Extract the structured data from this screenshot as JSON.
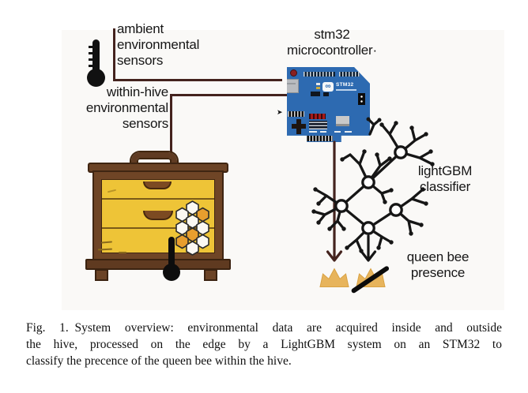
{
  "figure": {
    "labels": {
      "ambient": {
        "line1": "ambient",
        "line2": "environmental",
        "line3": "sensors"
      },
      "within_hive": {
        "line1": "within-hive",
        "line2": "environmental",
        "line3": "sensors"
      },
      "stm32": {
        "line1": "stm32",
        "line2": "microcontroller·"
      },
      "lightgbm": {
        "line1": "lightGBM",
        "line2": "classifier"
      },
      "queen_bee": {
        "line1": "queen bee",
        "line2": "presence"
      }
    },
    "board": {
      "logo_text": "STM32",
      "logo_glyph": "∞"
    },
    "icons": [
      "thermometer-icon",
      "beehive-illustration",
      "honeycomb-icon",
      "stm32-board-illustration",
      "decision-tree-graph",
      "crown-icon",
      "crown-slashed-icon",
      "down-arrow-icon"
    ],
    "colors": {
      "wire_maroon": "#44231e",
      "board_blue": "#2d6ab1",
      "hive_yellow": "#eec437",
      "hive_brown": "#6b4326",
      "honeycomb_orange": "#e89e2e",
      "crown_gold": "#e7b45c",
      "arrow_black": "#161616",
      "label_text": "#161616"
    }
  },
  "caption": {
    "line1": "Fig. 1. System overview: environmental data are acquired inside and outside",
    "line2": "the hive, processed on the edge by a LightGBM system on an STM32 to",
    "line3": "classify the precence of the queen bee within the hive."
  }
}
